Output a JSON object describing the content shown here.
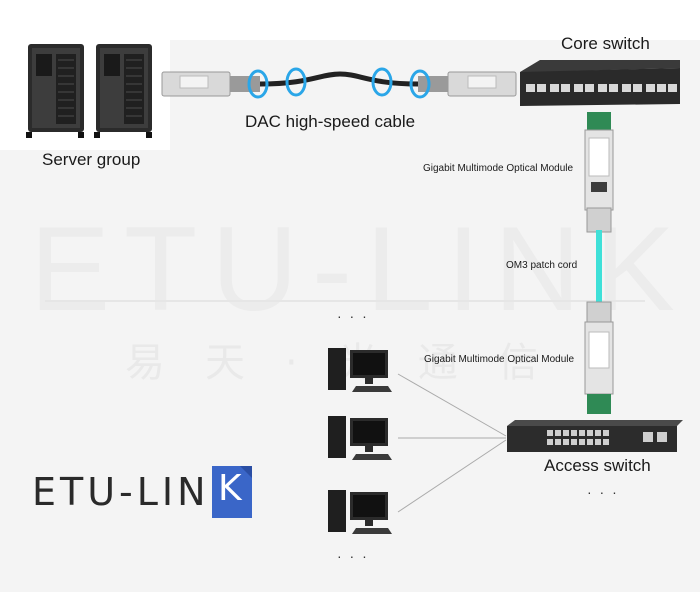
{
  "watermark": {
    "en": "ETU-LINK",
    "cn": "易天·光通信"
  },
  "logo": {
    "text_main": "ETU-LIN",
    "text_k": "K",
    "accent": "#3a66c8"
  },
  "labels": {
    "server_group": "Server group",
    "dac_cable": "DAC high-speed cable",
    "core_switch": "Core switch",
    "module_upper": "Gigabit Multimode Optical Module",
    "patch_cord": "OM3 patch cord",
    "module_lower": "Gigabit Multimode Optical Module",
    "access_switch": "Access switch",
    "ellipsis": "· · ·"
  },
  "colors": {
    "om3_cord": "#3fe0d8",
    "cable_clip": "#2aa6e8",
    "panel_bg": "#ffffff"
  }
}
